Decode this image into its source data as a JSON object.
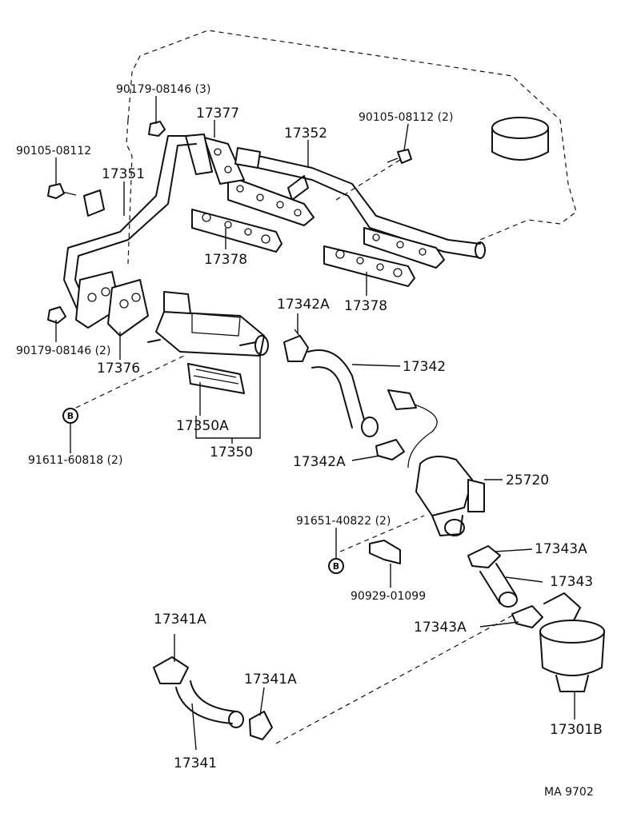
{
  "labels": {
    "p90179_3": "90179-08146 (3)",
    "p17377": "17377",
    "p17352": "17352",
    "p90105_2": "90105-08112 (2)",
    "p90105": "90105-08112",
    "p17351": "17351",
    "p17378a": "17378",
    "p17378b": "17378",
    "p90179_2": "90179-08146 (2)",
    "p17376": "17376",
    "p17342A_top": "17342A",
    "p17342": "17342",
    "p17350A": "17350A",
    "p17350": "17350",
    "p91611": "91611-60818 (2)",
    "p17342A_bot": "17342A",
    "p25720": "25720",
    "p91651": "91651-40822 (2)",
    "p17343A_top": "17343A",
    "p17343": "17343",
    "p90929": "90929-01099",
    "p17343A_bot": "17343A",
    "p17341A_left": "17341A",
    "p17341A_right": "17341A",
    "p17341": "17341",
    "p17301B": "17301B",
    "code": "MA 9702"
  },
  "markers": {
    "b1": "B",
    "b2": "B"
  }
}
